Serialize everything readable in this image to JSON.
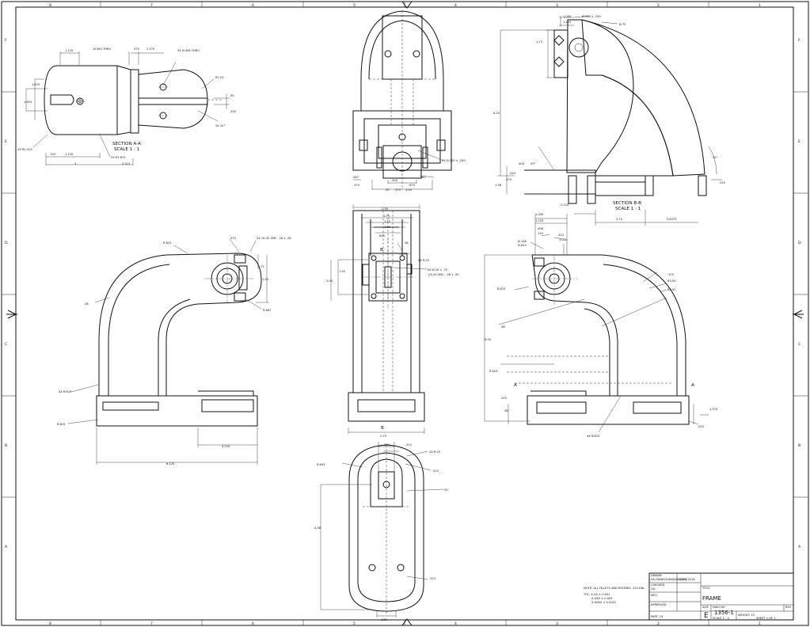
{
  "border": {
    "column_labels": [
      "8",
      "7",
      "6",
      "5",
      "4",
      "3",
      "2",
      "1"
    ],
    "row_labels": [
      "F",
      "E",
      "D",
      "C",
      "B",
      "A"
    ]
  },
  "views": {
    "section_aa": {
      "label": "SECTION A-A",
      "scale": "SCALE 1 : 1",
      "dims": [
        {
          "key": "d1",
          "text": "1.125"
        },
        {
          "key": "d2",
          "text": "Ø.563 THRU"
        },
        {
          "key": "d3",
          "text": ".375"
        },
        {
          "key": "d4",
          "text": "1.375"
        },
        {
          "key": "d5",
          "text": "2X Ø.406 THRU"
        },
        {
          "key": "d6",
          "text": "R1.25"
        },
        {
          "key": "d7",
          "text": "1.875"
        },
        {
          "key": "d8",
          "text": "1.625"
        },
        {
          "key": "d9",
          "text": ".50"
        },
        {
          "key": "d10",
          "text": ".250"
        },
        {
          "key": "d11",
          "text": "2X 10°"
        },
        {
          "key": "d12",
          "text": "2X R1.313"
        },
        {
          "key": "d13",
          "text": ".750"
        },
        {
          "key": "d14",
          "text": "1.125"
        },
        {
          "key": "d15",
          "text": "2X R1.875"
        },
        {
          "key": "d16",
          "text": "3"
        },
        {
          "key": "d17",
          "text": "2.313"
        }
      ]
    },
    "top_center": {
      "dims": [
        {
          "key": "d1",
          "text": "2X Ø.125 ∨ .250"
        },
        {
          "key": "d2",
          "text": ".087"
        },
        {
          "key": "d3",
          "text": ".087"
        },
        {
          "key": "d4",
          "text": ".375"
        },
        {
          "key": "d5",
          "text": ".500"
        },
        {
          "key": "d6",
          "text": ".875"
        },
        {
          "key": "d7",
          "text": ".50"
        },
        {
          "key": "d8",
          "text": ".375"
        },
        {
          "key": "d9",
          "text": "1.00"
        }
      ]
    },
    "section_bb": {
      "label": "SECTION B-B",
      "scale": "SCALE 1 : 1",
      "dims": [
        {
          "key": "d1",
          "text": "1.000"
        },
        {
          "key": "d2",
          "text": "1.125"
        },
        {
          "key": "d3",
          "text": "Ø.250 ∨ .250"
        },
        {
          "key": "d4",
          "text": "Ø.75"
        },
        {
          "key": "d5",
          "text": "1.75"
        },
        {
          "key": "d6",
          "text": "6.25"
        },
        {
          "key": "d7",
          "text": ".400"
        },
        {
          "key": "d8",
          "text": "20°"
        },
        {
          "key": "d9",
          "text": ".250"
        },
        {
          "key": "d10",
          "text": ".375"
        },
        {
          "key": "d11",
          "text": "1.38"
        },
        {
          "key": "d12",
          "text": "2.125"
        },
        {
          "key": "d13",
          "text": "40°"
        },
        {
          "key": "d14",
          "text": ".250"
        },
        {
          "key": "d15",
          "text": "2.75"
        },
        {
          "key": "d16",
          "text": "2.8375"
        }
      ]
    },
    "left_elevation": {
      "dims": [
        {
          "key": "d1",
          "text": "R.625"
        },
        {
          "key": "d2",
          "text": ".375"
        },
        {
          "key": "d3",
          "text": "2X 10-32 UNF - 28 ∨ .28"
        },
        {
          "key": "d4",
          "text": ".75"
        },
        {
          "key": "d5",
          "text": "1.50"
        },
        {
          "key": "d6",
          "text": "R.887"
        },
        {
          "key": "d7",
          "text": ".38"
        },
        {
          "key": "d8",
          "text": "4X R.625"
        },
        {
          "key": "d9",
          "text": "R.625"
        },
        {
          "key": "d10",
          "text": "4.125"
        },
        {
          "key": "d11",
          "text": "6.125"
        }
      ]
    },
    "center_front": {
      "section_markers": [
        "B",
        "B"
      ],
      "dims": [
        {
          "key": "d1",
          "text": "2.50"
        },
        {
          "key": "d2",
          "text": "1.75"
        },
        {
          "key": "d3",
          "text": "1.25"
        },
        {
          "key": "d4",
          "text": "1.00"
        },
        {
          "key": "d5",
          "text": ".625"
        },
        {
          "key": "d6",
          "text": ".38"
        },
        {
          "key": "d7",
          "text": "4X R.25"
        },
        {
          "key": "d8",
          "text": "4X Ø.20 ∨ .75"
        },
        {
          "key": "d9",
          "text": "1/4-20 UNC - 2B ∨ .50"
        },
        {
          "key": "d10",
          "text": "1.50"
        },
        {
          "key": "d11",
          "text": "2.00"
        },
        {
          "key": "d12",
          "text": "2.75"
        }
      ]
    },
    "right_elevation": {
      "section_markers": [
        "A",
        "A"
      ],
      "dims": [
        {
          "key": "d1",
          "text": "1.000"
        },
        {
          "key": "d2",
          "text": "1.125"
        },
        {
          "key": "d3",
          "text": "Ø.106"
        },
        {
          "key": "d4",
          "text": "Ø.625"
        },
        {
          "key": "d5",
          "text": ".406"
        },
        {
          "key": "d6",
          "text": ".125"
        },
        {
          "key": "d7",
          "text": ".323"
        },
        {
          "key": "d8",
          "text": "1.000"
        },
        {
          "key": "d9",
          "text": ".375"
        },
        {
          "key": "d10",
          "text": "R3.00"
        },
        {
          "key": "d11",
          "text": "R3.00"
        },
        {
          "key": "d12",
          "text": "R.875"
        },
        {
          "key": "d13",
          "text": ".38"
        },
        {
          "key": "d14",
          "text": "R.625"
        },
        {
          "key": "d15",
          "text": "6.50"
        },
        {
          "key": "d16",
          "text": ".325"
        },
        {
          "key": "d17",
          "text": ".38"
        },
        {
          "key": "d18",
          "text": "1.375"
        },
        {
          "key": "d19",
          "text": ".325"
        },
        {
          "key": "d20",
          "text": "4X R.625"
        }
      ]
    },
    "bottom_center": {
      "dims": [
        {
          "key": "d1",
          "text": ".250"
        },
        {
          "key": "d2",
          "text": ".312"
        },
        {
          "key": "d3",
          "text": "2X R.25"
        },
        {
          "key": "d4",
          "text": "R.843"
        },
        {
          "key": "d5",
          "text": ".312"
        },
        {
          "key": "d6",
          "text": ".50"
        },
        {
          "key": "d7",
          "text": "4.38"
        },
        {
          "key": "d8",
          "text": ".312"
        },
        {
          "key": "d9",
          "text": "1.50"
        }
      ]
    }
  },
  "notes": {
    "line1": "NOTE: ALL FILLETS AND ROUNDS .125 DIA.",
    "tol_title": "TOL: X.XX ± 0.001",
    "tol2": "X.XXX ± 0.005",
    "tol3": "X.XXXX ± 0.0001"
  },
  "title_block": {
    "drawn_label": "DRAWN",
    "drawn_by": "KAI MANSOURKHAN DMA",
    "drawn_date": "01/27/2016",
    "checked_label": "CHECKED",
    "qa_label": "QA",
    "mfg_label": "MFG",
    "approved_label": "APPROVED",
    "title_label": "TITLE",
    "title": "FRAME",
    "size_label": "SIZE",
    "size": "E",
    "dwg_label": "DWG NO",
    "dwg_no": "1356-1",
    "rev_label": "REV",
    "scale": "SCALE 1 : 4",
    "sheet": "SHEET 1 OF 1",
    "material": "PART: 15",
    "weight_label": "WEIGHT: 15"
  }
}
